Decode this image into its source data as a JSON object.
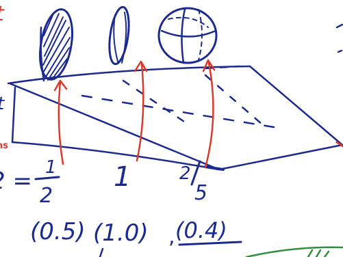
{
  "whiteboard": {
    "ink_colors": {
      "primary": "#1b2a8f",
      "accent": "#d93a2e",
      "fragment": "#2f8f3a"
    },
    "left_edge_fragments": {
      "top": "t",
      "middle": "t",
      "lower": "ons"
    },
    "labels": {
      "first_prefix": "2 =",
      "first_numerator": "1",
      "first_denominator": "2",
      "second": "1",
      "third_numerator": "2",
      "third_denominator": "5"
    },
    "ratios": {
      "first": "(0.5)",
      "second": "(1.0)",
      "third": "(0.4)",
      "separator": ","
    },
    "shapes": [
      "hatched-ellipse",
      "thin-ellipse",
      "sphere-ellipse"
    ]
  }
}
